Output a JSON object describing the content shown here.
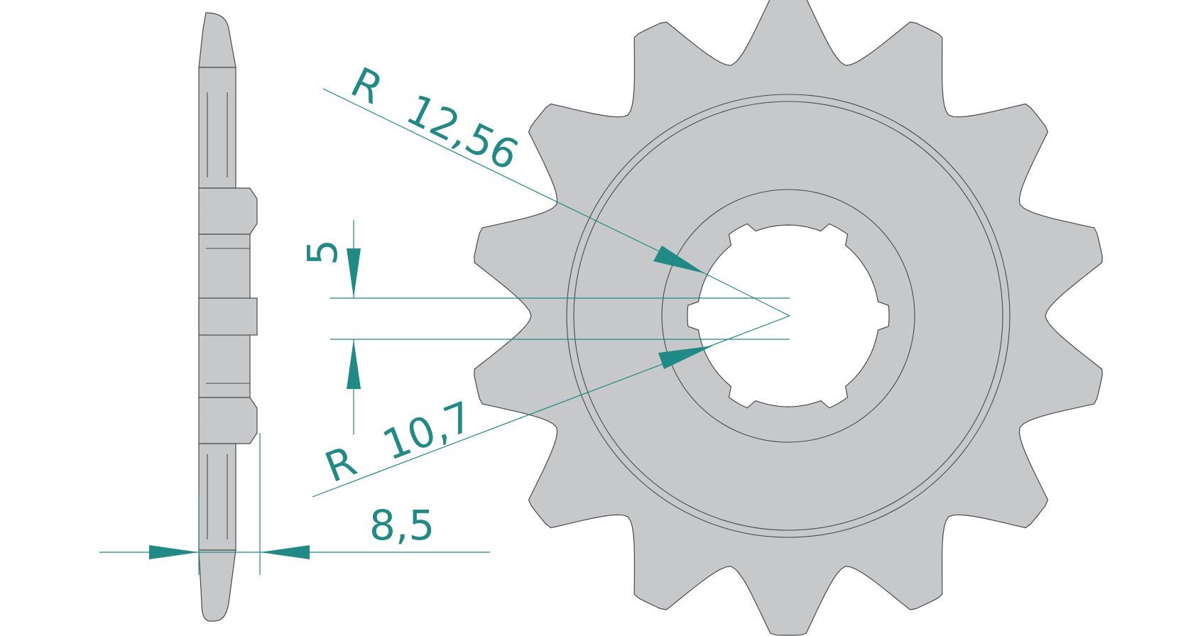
{
  "drawing": {
    "type": "sprocket technical drawing",
    "teeth": 14,
    "splines": 6,
    "colors": {
      "part_fill": "#c6c8c9",
      "outline": "#4a4a4a",
      "dimension": "#1f8a86",
      "background": "#ffffff"
    }
  },
  "dimensions": {
    "outer_radius": {
      "prefix": "R",
      "value": "12,56"
    },
    "inner_radius": {
      "prefix": "R",
      "value": "10,7"
    },
    "offset": {
      "value": "5"
    },
    "thickness": {
      "value": "8,5"
    }
  }
}
